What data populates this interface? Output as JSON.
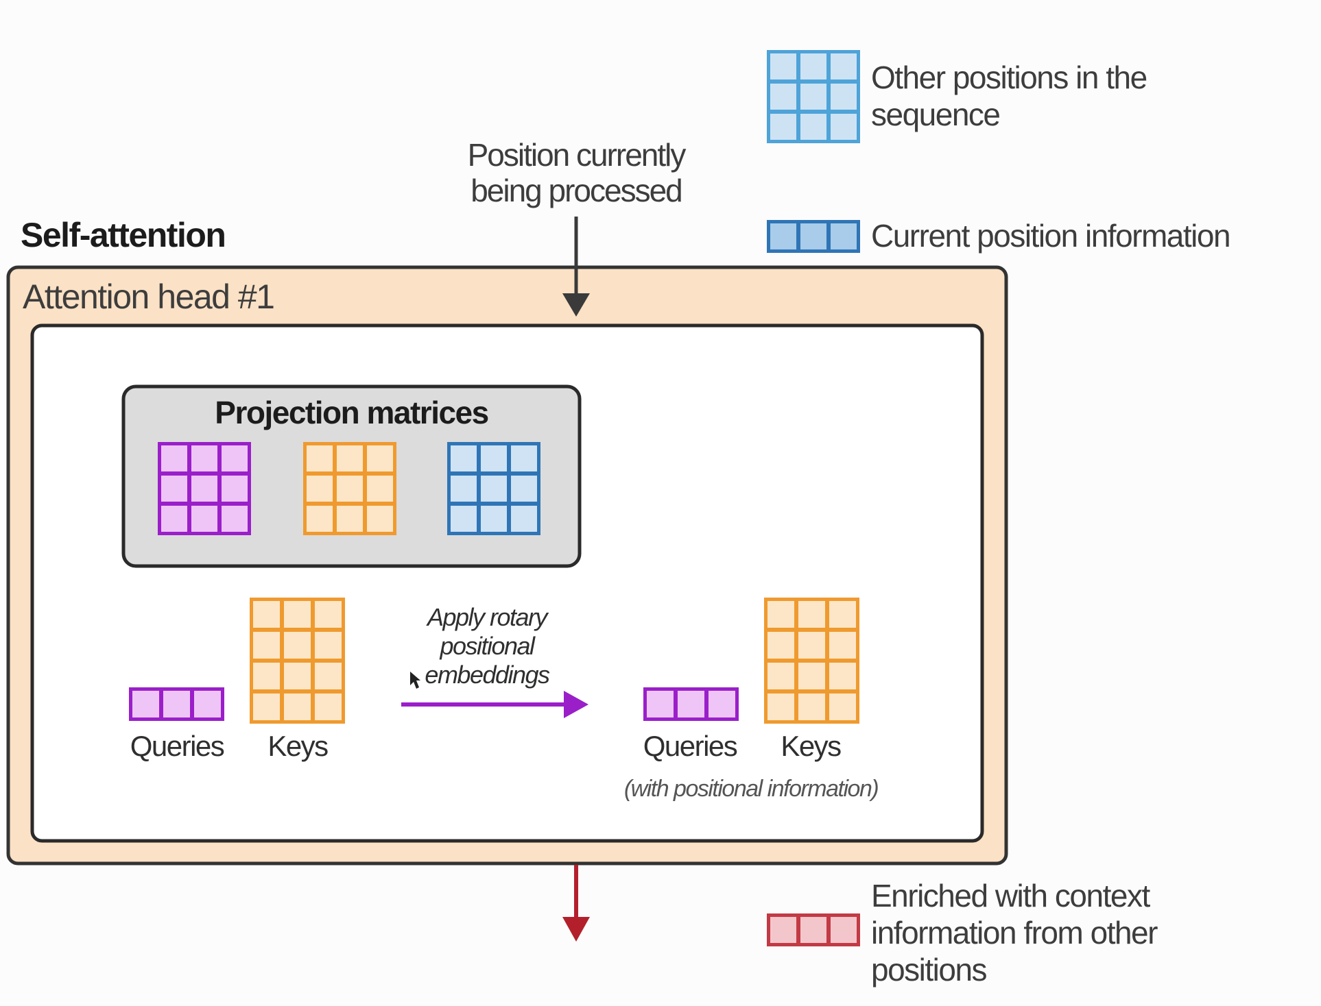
{
  "title": "Self-attention",
  "head_title": "Attention head #1",
  "top_arrow_label_lines": [
    "Position currently",
    "being processed"
  ],
  "projection_title": "Projection matrices",
  "apply_label_lines": [
    "Apply rotary",
    "positional",
    "embeddings"
  ],
  "left": {
    "queries_label": "Queries",
    "keys_label": "Keys"
  },
  "right": {
    "queries_label": "Queries",
    "keys_label": "Keys",
    "note": "(with positional information)"
  },
  "legend": [
    {
      "name": "other",
      "lines": [
        "Other positions in the",
        "sequence"
      ],
      "fill": "#cde3f4",
      "stroke": "#4ea3d8"
    },
    {
      "name": "current",
      "lines": [
        "Current position information"
      ],
      "fill": "#a8cce9",
      "stroke": "#2f75b6"
    },
    {
      "name": "enriched",
      "lines": [
        "Enriched with context",
        "information from other",
        "positions"
      ],
      "fill": "#f3c6cb",
      "stroke": "#c23a44"
    }
  ],
  "colors": {
    "queries": "#9a1fc9",
    "queries_fill": "#efc5f7",
    "keys": "#ef9a2f",
    "keys_fill": "#fde6c7",
    "values": "#2f75b6",
    "values_fill": "#cfe3f4",
    "head_fill": "#fbe1c5",
    "projection_fill": "#dcdcdc",
    "apply_arrow": "#9a1fc9",
    "output_arrow": "#b3202c"
  }
}
